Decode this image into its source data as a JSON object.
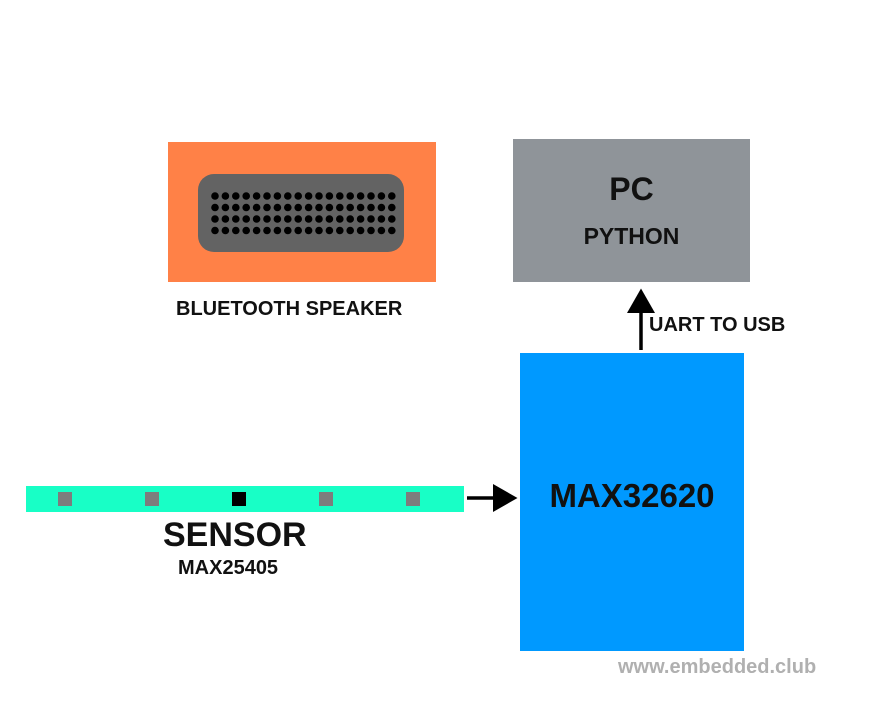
{
  "speaker": {
    "label": "BLUETOOTH SPEAKER"
  },
  "pc": {
    "title": "PC",
    "subtitle": "PYTHON"
  },
  "link_pc": {
    "label": "UART TO USB"
  },
  "mcu": {
    "label": "MAX32620"
  },
  "sensor": {
    "title": "SENSOR",
    "part": "MAX25405",
    "pixel_count": 5,
    "active_pixel_index": 2
  },
  "watermark": "www.embedded.club",
  "colors": {
    "speaker": "#ff8147",
    "pc": "#8f9499",
    "mcu": "#0099ff",
    "sensor": "#18ffc6"
  }
}
